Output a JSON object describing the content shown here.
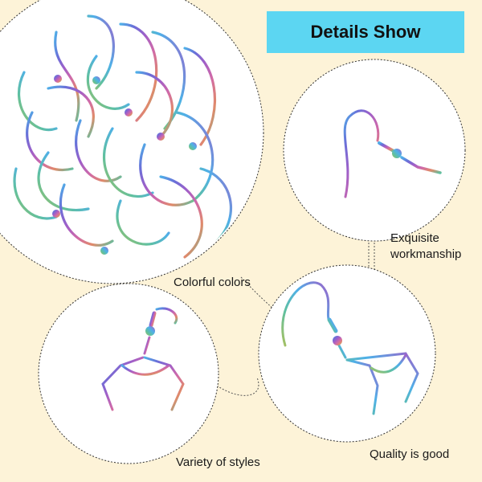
{
  "banner": {
    "title": "Details Show"
  },
  "captions": {
    "colorful": "Colorful colors",
    "exquisite": "Exquisite workmanship",
    "variety": "Variety of styles",
    "quality": "Quality is good"
  },
  "colors": {
    "background": "#fdf3d8",
    "banner": "#5cd6f2",
    "rainbow": [
      "#4fb0e8",
      "#6a6fd8",
      "#a05fc8",
      "#d06aa8",
      "#e08a6a",
      "#a8c060",
      "#5fc0a0"
    ]
  },
  "icons": [
    "earring-hooks-pile",
    "earring-hook-closeup",
    "earring-hook-bail-left",
    "earring-hook-bail-right"
  ]
}
